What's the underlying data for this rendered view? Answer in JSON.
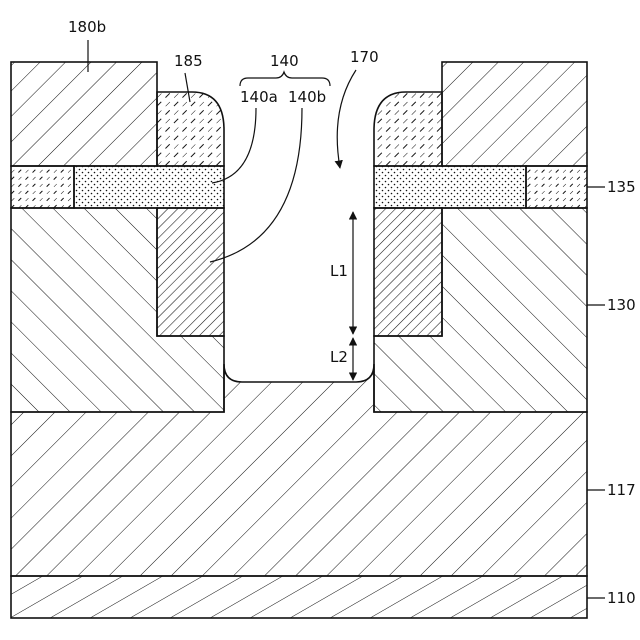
{
  "labels": {
    "l180b": "180b",
    "l185": "185",
    "l140": "140",
    "l140a": "140a",
    "l140b": "140b",
    "l170": "170",
    "l135": "135",
    "l130": "130",
    "l117": "117",
    "l110": "110",
    "lL1": "L1",
    "lL2": "L2"
  }
}
